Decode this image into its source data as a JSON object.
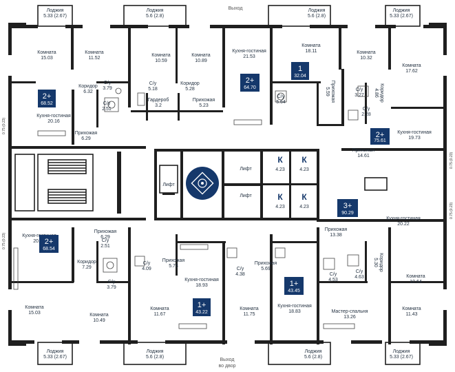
{
  "colors": {
    "wall": "#1f1f1f",
    "badge": "#15386b",
    "logo": "#15386b",
    "text": "#1f2d3d"
  },
  "exits": {
    "top": "Выход",
    "bottom_line1": "Выход",
    "bottom_line2": "во двор"
  },
  "side_labels": {
    "left_top": "0.75 (0.23)",
    "left_bottom": "0.75 (0.23)",
    "right_top": "0.75 (0.23)",
    "right_bottom": "0.75 (0.23)"
  },
  "rooms": [
    {
      "id": "loggia-t1",
      "name": "Лоджия",
      "area": "5.33 (2.67)"
    },
    {
      "id": "loggia-t2",
      "name": "Лоджия",
      "area": "5.6 (2.8)"
    },
    {
      "id": "loggia-t3",
      "name": "Лоджия",
      "area": "5.6 (2.8)"
    },
    {
      "id": "loggia-t4",
      "name": "Лоджия",
      "area": "5.33 (2.67)"
    },
    {
      "id": "r1",
      "name": "Комната",
      "area": "15.03"
    },
    {
      "id": "r2",
      "name": "Комната",
      "area": "11.52"
    },
    {
      "id": "r3",
      "name": "Комната",
      "area": "10.59"
    },
    {
      "id": "r4",
      "name": "Комната",
      "area": "10.89"
    },
    {
      "id": "r5",
      "name": "Кухня-гостиная",
      "area": "21.53"
    },
    {
      "id": "r6",
      "name": "Комната",
      "area": "18.11"
    },
    {
      "id": "r7",
      "name": "Комната",
      "area": "10.32"
    },
    {
      "id": "r8",
      "name": "Комната",
      "area": "17.62"
    },
    {
      "id": "r9",
      "name": "С/у",
      "area": "3.79"
    },
    {
      "id": "r10",
      "name": "Коридор",
      "area": "6.32"
    },
    {
      "id": "r11",
      "name": "С/у",
      "area": "2.51"
    },
    {
      "id": "r12",
      "name": "Кухня-гостиная",
      "area": "20.16"
    },
    {
      "id": "r13",
      "name": "Прихожая",
      "area": "6.29"
    },
    {
      "id": "r14",
      "name": "С/у",
      "area": "5.18"
    },
    {
      "id": "r15",
      "name": "Коридор",
      "area": "5.28"
    },
    {
      "id": "r16",
      "name": "Гардероб",
      "area": "3.2"
    },
    {
      "id": "r17",
      "name": "Прихожая",
      "area": "5.23"
    },
    {
      "id": "r18",
      "name": "С/у",
      "area": "5.64"
    },
    {
      "id": "r19",
      "name": "Прихожая",
      "area": "5.59"
    },
    {
      "id": "r20",
      "name": "С/у",
      "area": "3.27"
    },
    {
      "id": "r21",
      "name": "Коридор",
      "area": "4.86"
    },
    {
      "id": "r22",
      "name": "С/у",
      "area": "2.28"
    },
    {
      "id": "r23",
      "name": "Кухня-гостиная",
      "area": "19.73"
    },
    {
      "id": "r24",
      "name": "Прихожая",
      "area": "14.61"
    },
    {
      "id": "r25",
      "name": "Кухня-гостиная",
      "area": "20.24"
    },
    {
      "id": "r26",
      "name": "Прихожая",
      "area": "6.29"
    },
    {
      "id": "r27",
      "name": "Коридор",
      "area": "7.29"
    },
    {
      "id": "r28",
      "name": "С/у",
      "area": "2.51"
    },
    {
      "id": "r29",
      "name": "С/у",
      "area": "3.79"
    },
    {
      "id": "r30",
      "name": "Комната",
      "area": "15.03"
    },
    {
      "id": "r31",
      "name": "Комната",
      "area": "10.49"
    },
    {
      "id": "r32",
      "name": "С/у",
      "area": "4.09"
    },
    {
      "id": "r33",
      "name": "Прихожая",
      "area": "5.73"
    },
    {
      "id": "r34",
      "name": "Кухня-гостиная",
      "area": "18.93"
    },
    {
      "id": "r35",
      "name": "Комната",
      "area": "11.67"
    },
    {
      "id": "r36",
      "name": "С/у",
      "area": "4.38"
    },
    {
      "id": "r37",
      "name": "Прихожая",
      "area": "5.69"
    },
    {
      "id": "r38",
      "name": "Комната",
      "area": "11.75"
    },
    {
      "id": "r39",
      "name": "Кухня-гостиная",
      "area": "18.83"
    },
    {
      "id": "r40",
      "name": "Прихожая",
      "area": "13.38"
    },
    {
      "id": "r41",
      "name": "С/у",
      "area": "4.53"
    },
    {
      "id": "r42",
      "name": "С/у",
      "area": "4.63"
    },
    {
      "id": "r43",
      "name": "Коридор",
      "area": "5.30"
    },
    {
      "id": "r44",
      "name": "Кухня-гостиная",
      "area": "20.22"
    },
    {
      "id": "r45",
      "name": "Комната",
      "area": "10.64"
    },
    {
      "id": "r46",
      "name": "Мастер-спальня",
      "area": "13.26"
    },
    {
      "id": "r47",
      "name": "Комната",
      "area": "11.43"
    },
    {
      "id": "loggia-b1",
      "name": "Лоджия",
      "area": "5.33 (2.67)"
    },
    {
      "id": "loggia-b2",
      "name": "Лоджия",
      "area": "5.6 (2.8)"
    },
    {
      "id": "loggia-b3",
      "name": "Лоджия",
      "area": "5.6 (2.8)"
    },
    {
      "id": "loggia-b4",
      "name": "Лоджия",
      "area": "5.33 (2.67)"
    }
  ],
  "units": [
    {
      "id": "u1",
      "rooms": "2+",
      "area": "68.52"
    },
    {
      "id": "u2",
      "rooms": "2+",
      "area": "64.70"
    },
    {
      "id": "u3",
      "rooms": "1",
      "area": "32.04"
    },
    {
      "id": "u4",
      "rooms": "2+",
      "area": "75.61"
    },
    {
      "id": "u5",
      "rooms": "3+",
      "area": "90.29"
    },
    {
      "id": "u6",
      "rooms": "2+",
      "area": "68.54"
    },
    {
      "id": "u7",
      "rooms": "1+",
      "area": "43.22"
    },
    {
      "id": "u8",
      "rooms": "1+",
      "area": "43.45"
    }
  ],
  "core": {
    "lift_labels": [
      "Лифт",
      "Лифт",
      "Лифт"
    ],
    "k_cells": [
      {
        "letter": "К",
        "area": "4.23"
      },
      {
        "letter": "К",
        "area": "4.23"
      },
      {
        "letter": "К",
        "area": "4.23"
      },
      {
        "letter": "К",
        "area": "4.23"
      }
    ]
  }
}
